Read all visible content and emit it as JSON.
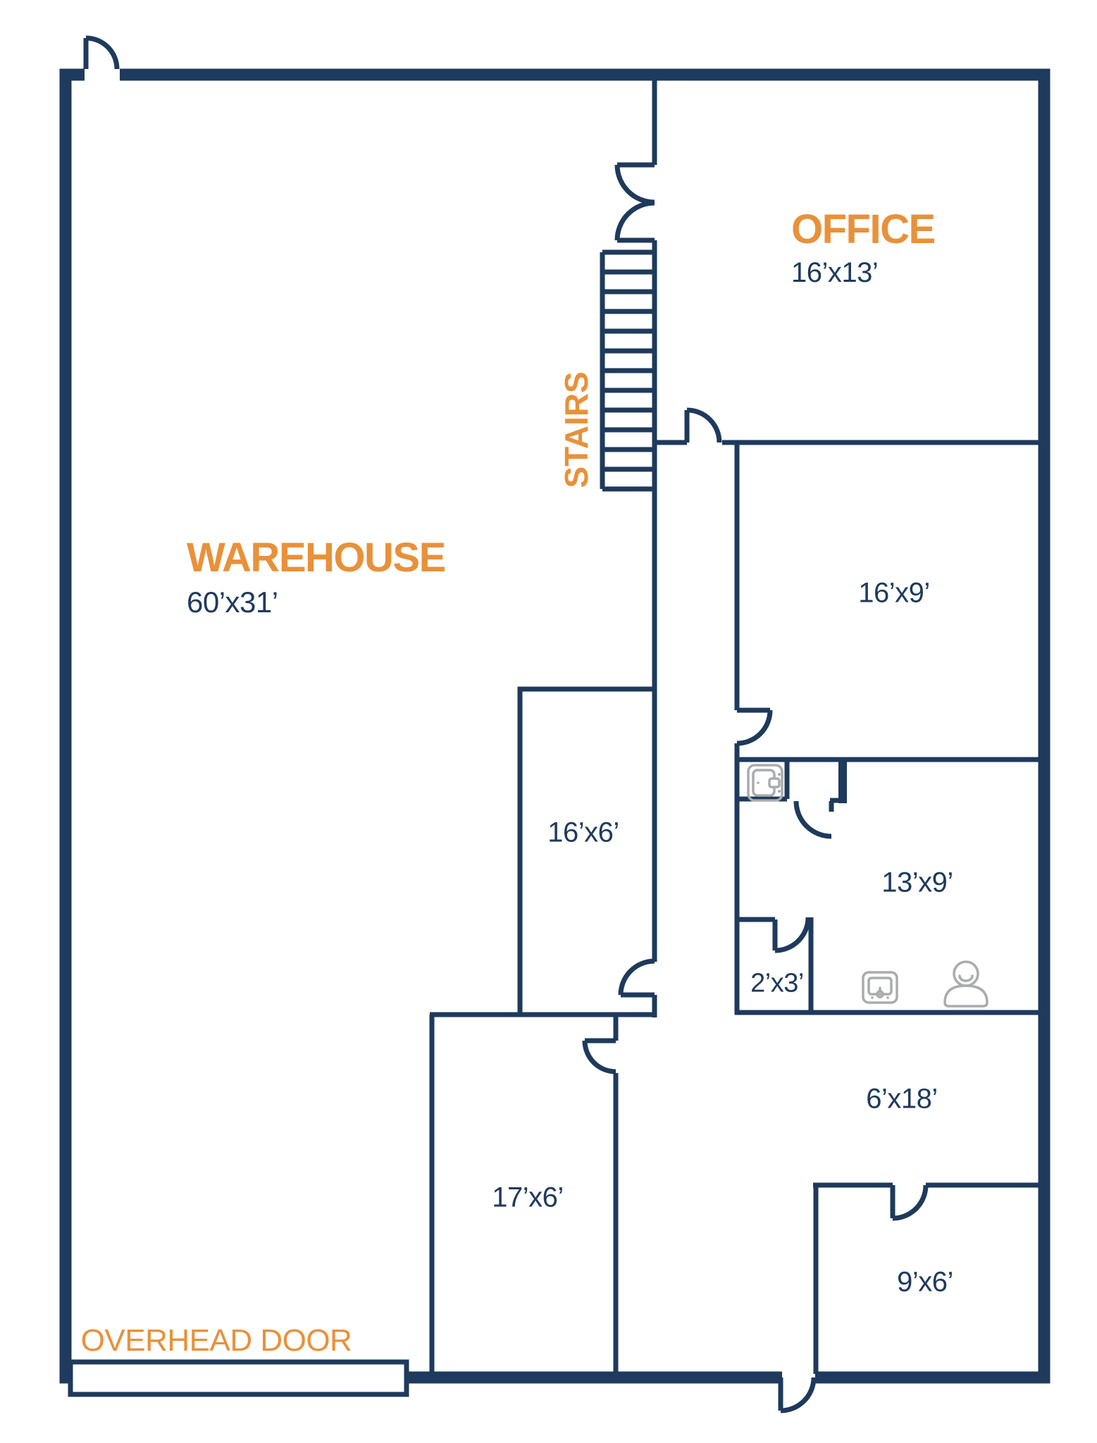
{
  "colors": {
    "wall_navy": "#1E3A5C",
    "accent_orange": "#E8913A",
    "fixture_gray": "#A9ABAD",
    "background": "#FFFFFF"
  },
  "rooms": {
    "warehouse": {
      "name": "WAREHOUSE",
      "dims": "60’x31’"
    },
    "office": {
      "name": "OFFICE",
      "dims": "16’x13’"
    },
    "room_16x9": {
      "dims": "16’x9’"
    },
    "room_16x6": {
      "dims": "16’x6’"
    },
    "room_13x9": {
      "dims": "13’x9’"
    },
    "closet_2x3": {
      "dims": "2’x3’"
    },
    "room_17x6": {
      "dims": "17’x6’"
    },
    "corridor_6x18": {
      "dims": "6’x18’"
    },
    "room_9x6": {
      "dims": "9’x6’"
    }
  },
  "annotations": {
    "stairs": "STAIRS",
    "overhead_door": "OVERHEAD DOOR"
  },
  "fixtures": [
    {
      "name": "sink-icon",
      "location": "hall closet"
    },
    {
      "name": "control-panel-icon",
      "location": "13x9 room"
    },
    {
      "name": "toilet-icon",
      "location": "13x9 room"
    }
  ]
}
